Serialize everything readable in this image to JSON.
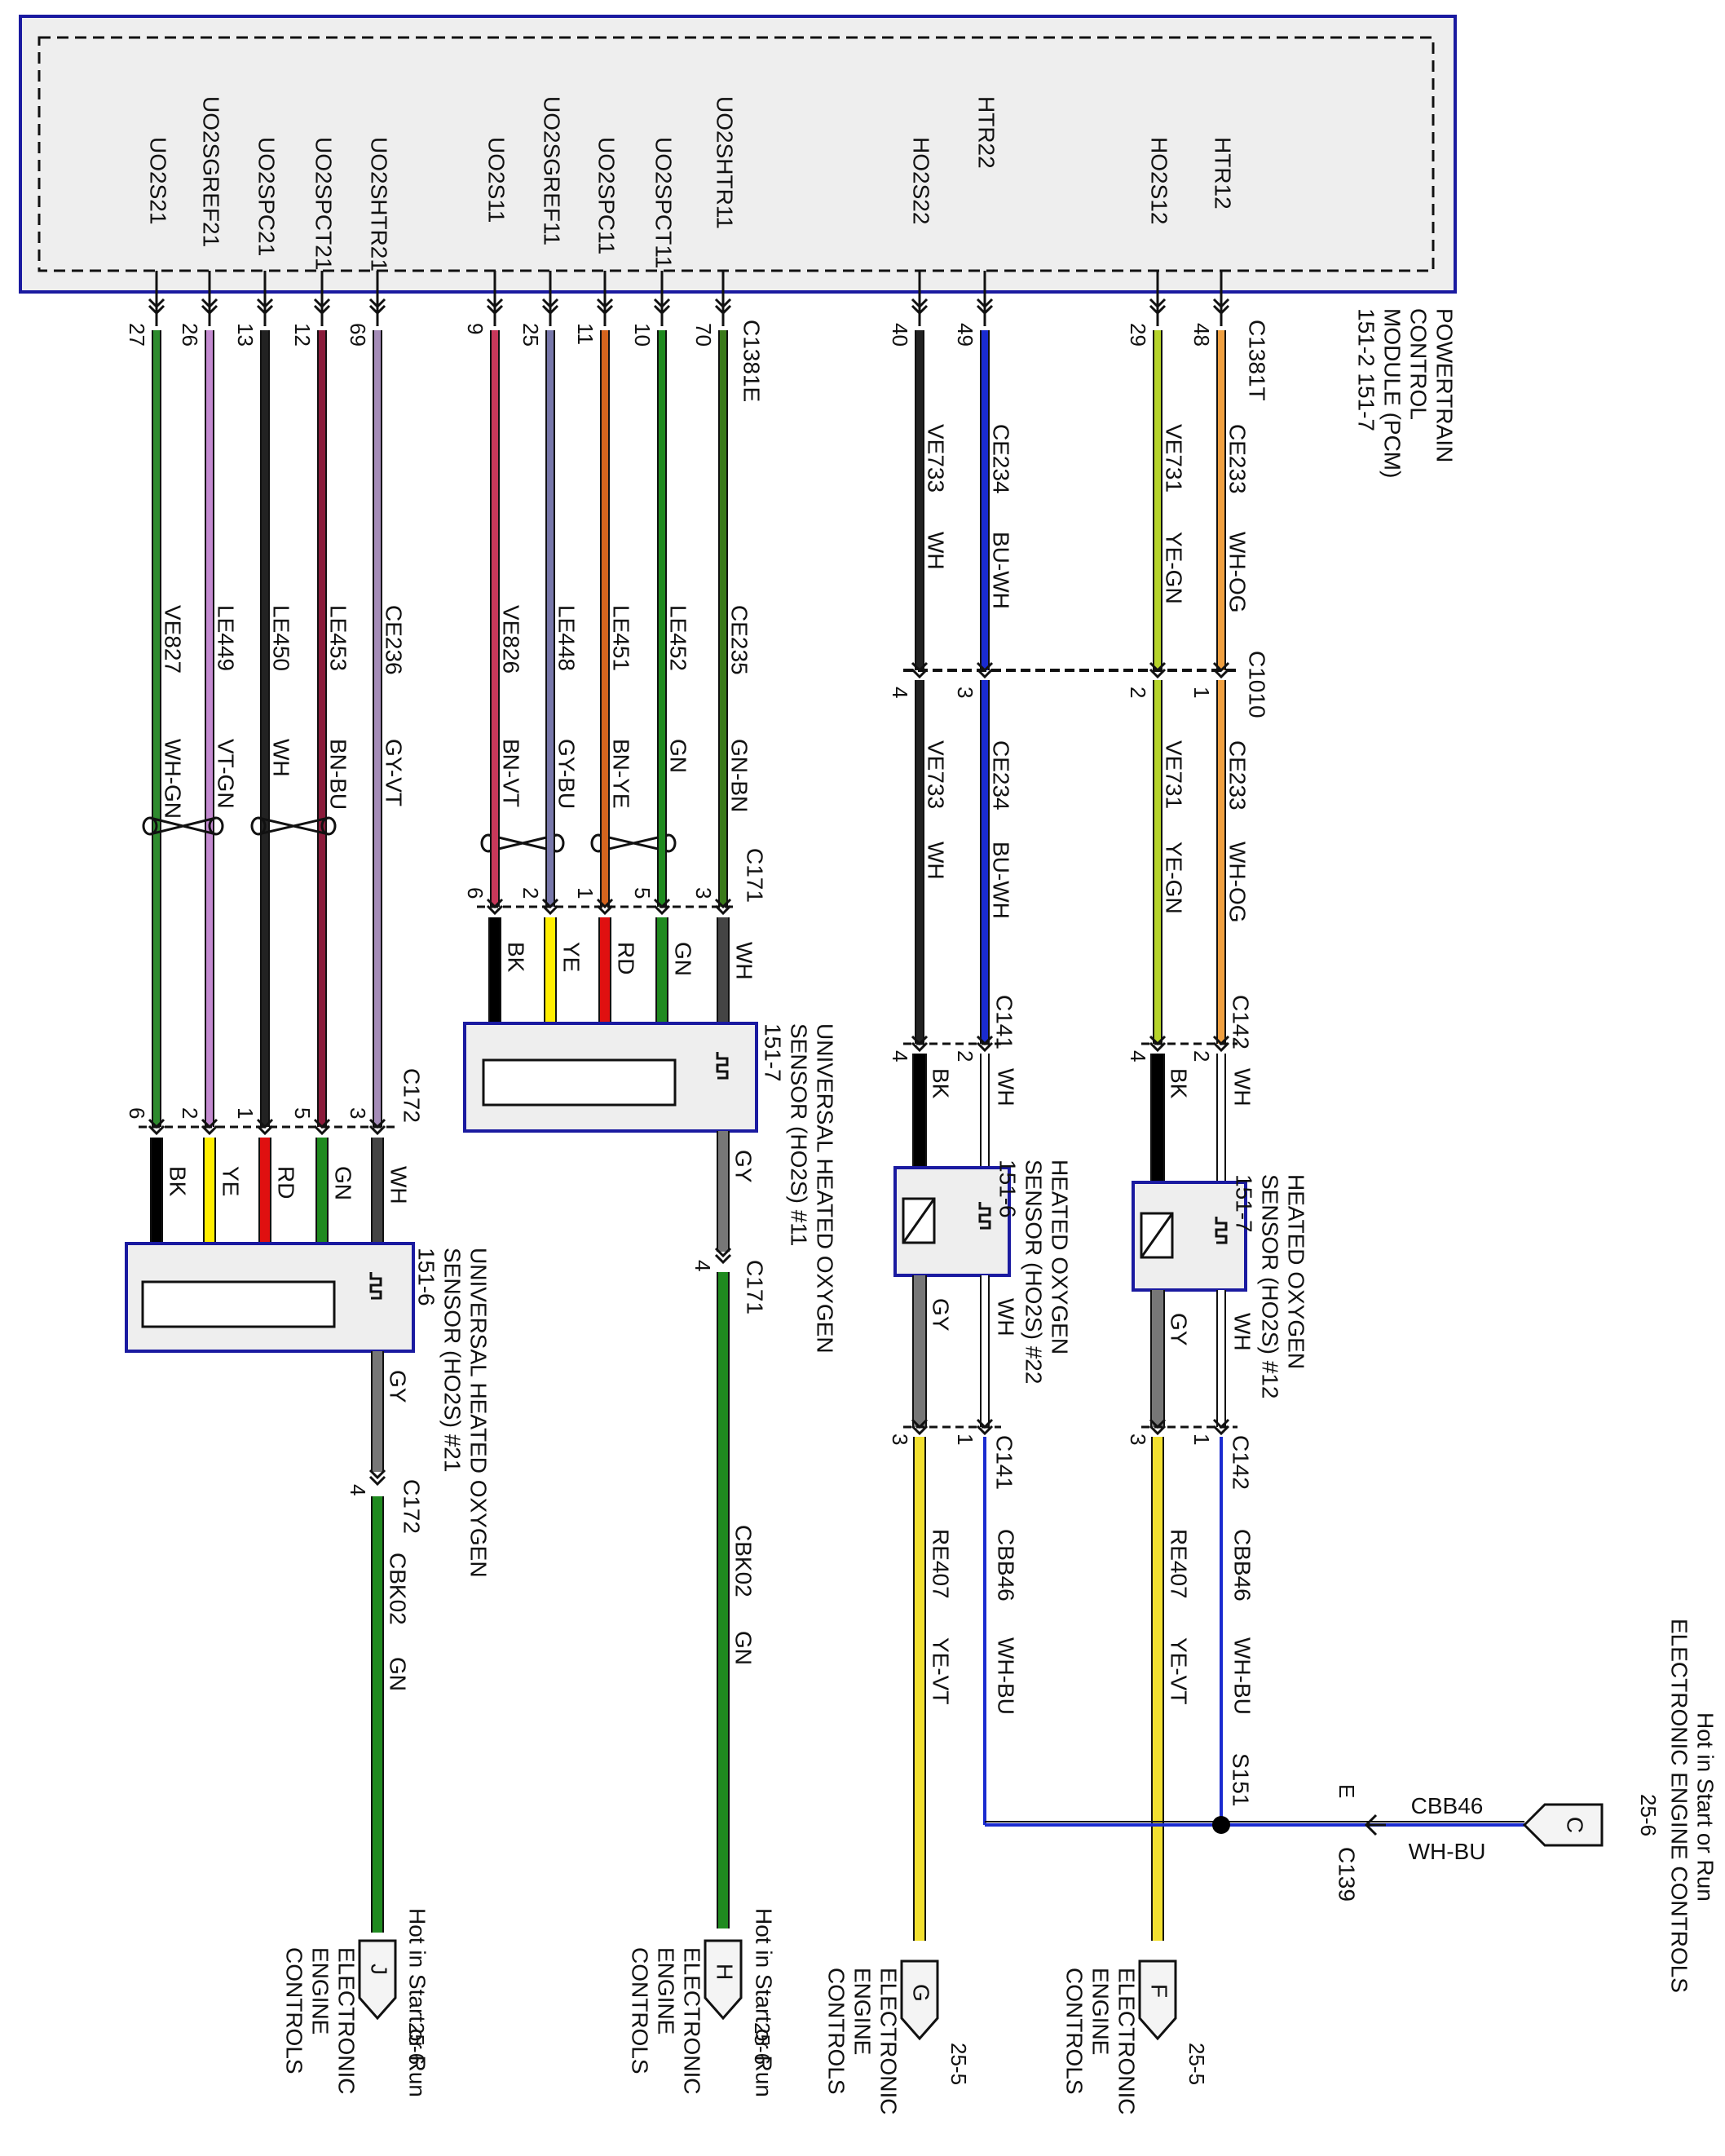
{
  "pcm": {
    "title": [
      "POWERTRAIN",
      "CONTROL",
      "MODULE (PCM)",
      "151-2   151-7"
    ],
    "connector_e": "C1381E",
    "connector_t": "C1381T",
    "pins": [
      {
        "name": "UO2S21",
        "pin": "27"
      },
      {
        "name": "UO2SGREF21",
        "pin": "26"
      },
      {
        "name": "UO2SPC21",
        "pin": "13"
      },
      {
        "name": "UO2SPCT21",
        "pin": "12"
      },
      {
        "name": "UO2SHTR21",
        "pin": "69"
      },
      {
        "name": "UO2S11",
        "pin": "9"
      },
      {
        "name": "UO2SGREF11",
        "pin": "25"
      },
      {
        "name": "UO2SPC11",
        "pin": "11"
      },
      {
        "name": "UO2SPCT11",
        "pin": "10"
      },
      {
        "name": "UO2SHTR11",
        "pin": "70"
      },
      {
        "name": "HO2S22",
        "pin": "40"
      },
      {
        "name": "HTR22",
        "pin": "49"
      },
      {
        "name": "HO2S12",
        "pin": "29"
      },
      {
        "name": "HTR12",
        "pin": "48"
      }
    ]
  },
  "wires": [
    {
      "circuit": "VE827",
      "color_code": "WH-GN",
      "color": "#2e8b2e"
    },
    {
      "circuit": "LE449",
      "color_code": "VT-GN",
      "color": "#c38ad0"
    },
    {
      "circuit": "LE450",
      "color_code": "WH",
      "color": "#222222"
    },
    {
      "circuit": "LE453",
      "color_code": "BN-BU",
      "color": "#8a1b3a"
    },
    {
      "circuit": "CE236",
      "color_code": "GY-VT",
      "color": "#a58cb8"
    },
    {
      "circuit": "VE826",
      "color_code": "BN-VT",
      "color": "#c8385a"
    },
    {
      "circuit": "LE448",
      "color_code": "GY-BU",
      "color": "#7777aa"
    },
    {
      "circuit": "LE451",
      "color_code": "BN-YE",
      "color": "#d4641e"
    },
    {
      "circuit": "LE452",
      "color_code": "GN",
      "color": "#1f8a1f"
    },
    {
      "circuit": "CE235",
      "color_code": "GN-BN",
      "color": "#3a7a1a"
    },
    {
      "circuit": "VE733",
      "color_code": "WH",
      "color": "#222222"
    },
    {
      "circuit": "CE234",
      "color_code": "BU-WH",
      "color": "#1a2bd0"
    },
    {
      "circuit": "VE731",
      "color_code": "YE-GN",
      "color": "#b6d42a"
    },
    {
      "circuit": "CE233",
      "color_code": "WH-OG",
      "color": "#f0a040"
    }
  ],
  "c1010": {
    "label": "C1010",
    "pins": [
      "4",
      "3",
      "2",
      "1"
    ]
  },
  "c171": {
    "label": "C171",
    "pins": [
      "6",
      "2",
      "1",
      "5",
      "3"
    ],
    "lower_label": "C171",
    "lower_pin": "4",
    "colors": [
      {
        "code": "BK",
        "color": "#000000"
      },
      {
        "code": "YE",
        "color": "#ffee00"
      },
      {
        "code": "RD",
        "color": "#e01010"
      },
      {
        "code": "GN",
        "color": "#1f8a1f"
      },
      {
        "code": "WH",
        "color": "#444444"
      }
    ],
    "gy": "GY",
    "out_circuit": "CBK02",
    "out_color": "GN"
  },
  "c172": {
    "label": "C172",
    "pins": [
      "6",
      "2",
      "1",
      "5",
      "3"
    ],
    "lower_label": "C172",
    "lower_pin": "4",
    "colors": [
      {
        "code": "BK",
        "color": "#000000"
      },
      {
        "code": "YE",
        "color": "#ffee00"
      },
      {
        "code": "RD",
        "color": "#e01010"
      },
      {
        "code": "GN",
        "color": "#1f8a1f"
      },
      {
        "code": "WH",
        "color": "#444444"
      }
    ],
    "gy": "GY",
    "out_circuit": "CBK02",
    "out_color": "GN"
  },
  "sensor11": {
    "name": [
      "UNIVERSAL HEATED OXYGEN",
      "SENSOR (HO2S) #11",
      "151-7"
    ]
  },
  "sensor21": {
    "name": [
      "UNIVERSAL HEATED OXYGEN",
      "SENSOR (HO2S) #21",
      "151-6"
    ]
  },
  "sensor22": {
    "name": [
      "HEATED OXYGEN",
      "SENSOR (HO2S) #22",
      "151-6"
    ]
  },
  "sensor12": {
    "name": [
      "HEATED OXYGEN",
      "SENSOR (HO2S) #12",
      "151-7"
    ]
  },
  "c141": {
    "label": "C141",
    "top_pins": [
      "4",
      "2"
    ],
    "bottom_pins": [
      "3",
      "1"
    ],
    "bk": "BK",
    "wh": "WH",
    "gy": "GY"
  },
  "c142": {
    "label": "C142",
    "top_pins": [
      "4",
      "2"
    ],
    "bottom_pins": [
      "3",
      "1"
    ],
    "bk": "BK",
    "wh": "WH",
    "gy": "GY"
  },
  "lower": {
    "re_circuit": "RE407",
    "re_color": "YE-VT",
    "cbb_circuit": "CBB46",
    "cbb_color": "WH-BU",
    "splice": "S151",
    "c139": "C139",
    "c139_pin": "E",
    "feed_circuit": "CBB46",
    "feed_color": "WH-BU"
  },
  "offpage": [
    {
      "letter": "J",
      "ref": "25-6",
      "note": "Hot in Start or Run",
      "dest": [
        "ELECTRONIC",
        "ENGINE",
        "CONTROLS"
      ]
    },
    {
      "letter": "H",
      "ref": "25-6",
      "note": "Hot in Start or Run",
      "dest": [
        "ELECTRONIC",
        "ENGINE",
        "CONTROLS"
      ]
    },
    {
      "letter": "G",
      "ref": "25-5",
      "note": "",
      "dest": [
        "ELECTRONIC",
        "ENGINE",
        "CONTROLS"
      ]
    },
    {
      "letter": "F",
      "ref": "25-5",
      "note": "",
      "dest": [
        "ELECTRONIC",
        "ENGINE",
        "CONTROLS"
      ]
    },
    {
      "letter": "C",
      "ref": "25-6",
      "note": "Hot in Start or Run",
      "dest": [
        "ELECTRONIC ENGINE CONTROLS"
      ]
    }
  ]
}
